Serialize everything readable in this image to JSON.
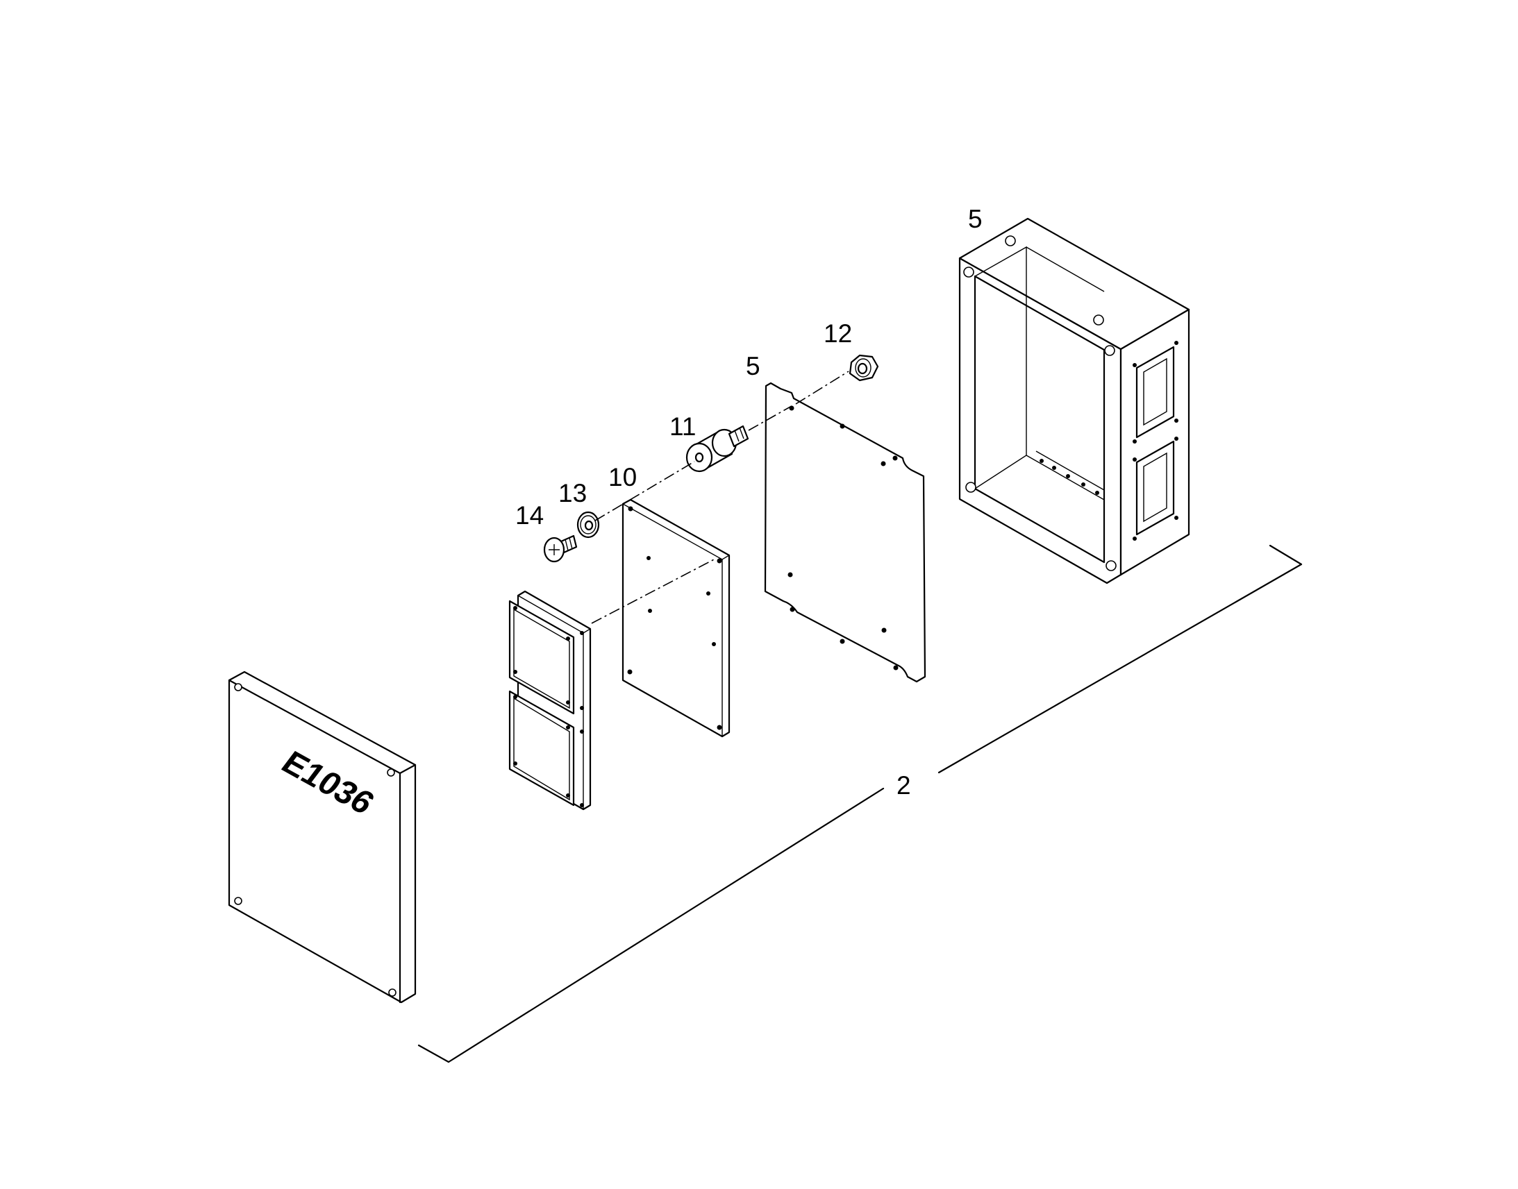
{
  "labels": {
    "enclosure_box": "5",
    "mounting_plate": "5",
    "nut": "12",
    "standoff": "11",
    "circuit_board": "10",
    "washer": "13",
    "screw": "14",
    "assembly": "2"
  },
  "cover_code": "E1036"
}
